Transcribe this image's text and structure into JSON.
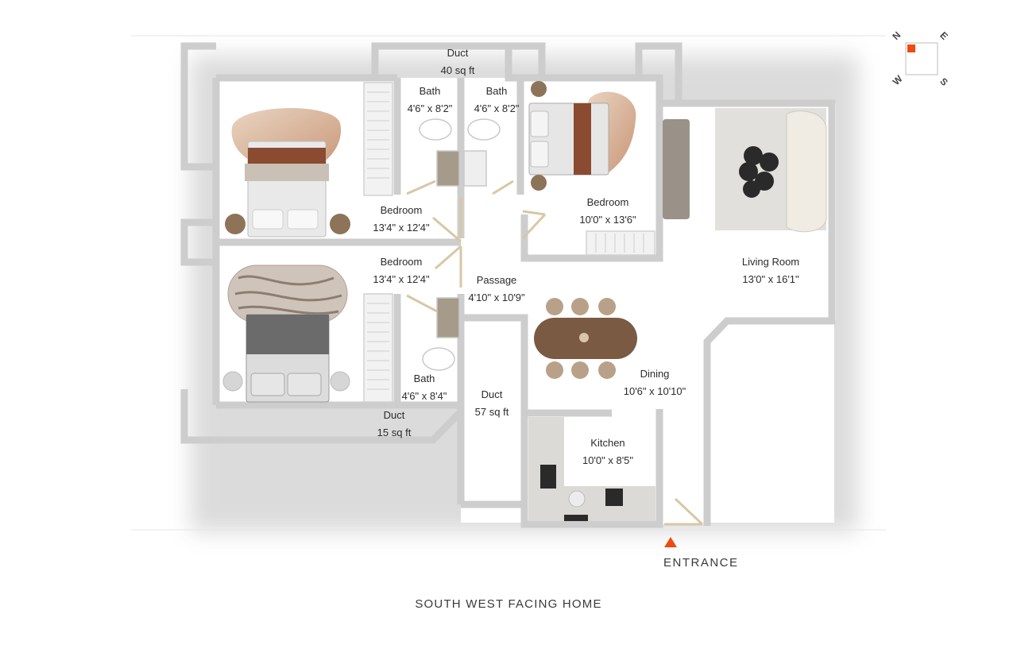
{
  "rooms": {
    "duct_top": {
      "name": "Duct",
      "size": "40 sq ft"
    },
    "bath_1": {
      "name": "Bath",
      "size": "4'6\" x 8'2\""
    },
    "bath_2": {
      "name": "Bath",
      "size": "4'6\" x 8'2\""
    },
    "bedroom_1": {
      "name": "Bedroom",
      "size": "13'4\" x 12'4\""
    },
    "bedroom_2": {
      "name": "Bedroom",
      "size": "10'0\" x 13'6\""
    },
    "bedroom_3": {
      "name": "Bedroom",
      "size": "13'4\" x 12'4\""
    },
    "passage": {
      "name": "Passage",
      "size": "4'10\" x 10'9\""
    },
    "living_room": {
      "name": "Living Room",
      "size": "13'0\" x 16'1\""
    },
    "bath_3": {
      "name": "Bath",
      "size": "4'6\" x 8'4\""
    },
    "dining": {
      "name": "Dining",
      "size": "10'6\" x 10'10\""
    },
    "duct_middle": {
      "name": "Duct",
      "size": "57 sq ft"
    },
    "duct_bottom": {
      "name": "Duct",
      "size": "15 sq ft"
    },
    "kitchen": {
      "name": "Kitchen",
      "size": "10'0\" x 8'5\""
    }
  },
  "compass": {
    "north": "N",
    "east": "E",
    "west": "W",
    "south": "S",
    "marker_color": "#f04a12"
  },
  "entrance_label": "ENTRANCE",
  "footer_label": "SOUTH WEST FACING HOME",
  "colors": {
    "wall": "#cfcfcf",
    "floor": "#ffffff",
    "accent": "#f04a12",
    "door": "#d8c7a6",
    "wood": "#7b5a43"
  }
}
